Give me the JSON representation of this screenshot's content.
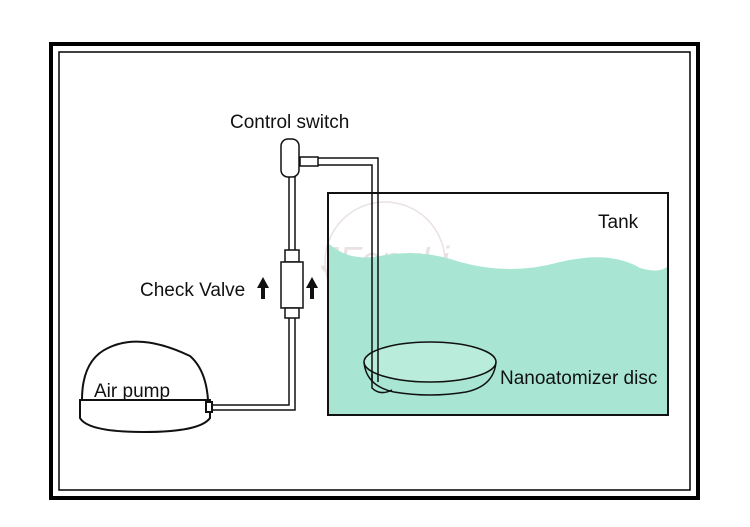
{
  "labels": {
    "control_switch": "Control switch",
    "check_valve": "Check Valve",
    "tank": "Tank",
    "air_pump": "Air pump",
    "disc": "Nanoatomizer disc"
  },
  "arrow_glyph": "🠕",
  "watermark": {
    "text": "JFengLi",
    "color": "#d9c9cc"
  },
  "colors": {
    "water": "#a8e6d3",
    "outline": "#111111",
    "frame": "#000000"
  }
}
